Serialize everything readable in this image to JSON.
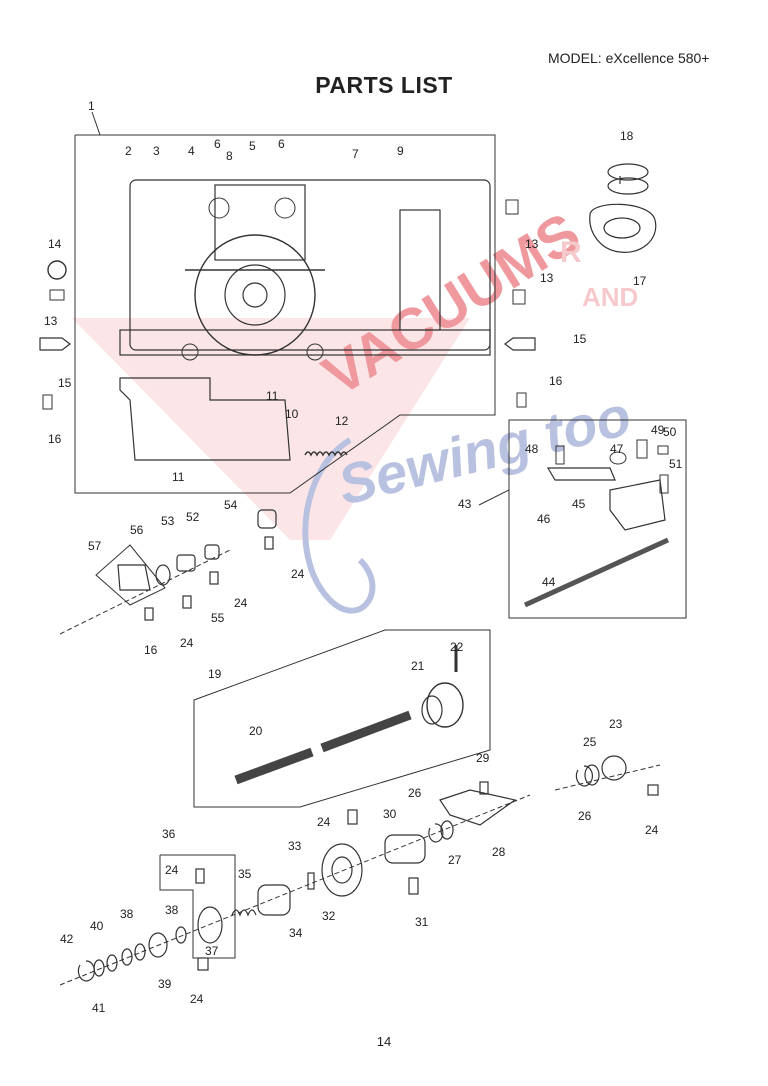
{
  "header": {
    "model": "MODEL: eXcellence 580+",
    "title": "PARTS LIST"
  },
  "footer": {
    "page_number": "14"
  },
  "watermark": {
    "line1": "VACUUMS",
    "line2": "Sewing too",
    "side1": "R",
    "side2": "AND",
    "colors": {
      "red": "#e2474f",
      "blue": "#5566aa"
    }
  },
  "labels": [
    "1",
    "2",
    "3",
    "4",
    "6",
    "8",
    "5",
    "6",
    "7",
    "9",
    "14",
    "13",
    "13",
    "13",
    "18",
    "17",
    "15",
    "15",
    "16",
    "16",
    "11",
    "11",
    "10",
    "12",
    "48",
    "47",
    "49",
    "50",
    "51",
    "43",
    "46",
    "45",
    "44",
    "54",
    "53",
    "52",
    "56",
    "57",
    "24",
    "55",
    "24",
    "24",
    "16",
    "22",
    "21",
    "19",
    "20",
    "29",
    "23",
    "25",
    "26",
    "24",
    "24",
    "30",
    "26",
    "27",
    "28",
    "36",
    "33",
    "24",
    "35",
    "32",
    "34",
    "31",
    "38",
    "37",
    "40",
    "42",
    "38",
    "39",
    "41",
    "24"
  ]
}
